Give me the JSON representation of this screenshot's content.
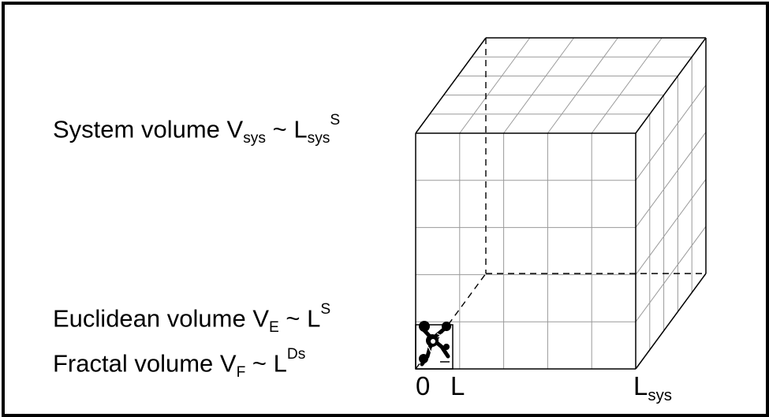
{
  "labels": {
    "system": {
      "prefix": "System volume V",
      "sub": "sys",
      "mid": " ~ L",
      "sub2": "sys",
      "sup": "S"
    },
    "euclidean": {
      "prefix": "Euclidean volume V",
      "sub": "E",
      "mid": " ~ L",
      "sup": "S"
    },
    "fractal": {
      "prefix": "Fractal volume V",
      "sub": "F",
      "mid": " ~ L",
      "sup": "Ds"
    }
  },
  "axis": {
    "origin": "0",
    "small": "L",
    "large": "L",
    "large_sub": "sys"
  },
  "colors": {
    "line": "#000000",
    "grid": "#9a9a9a",
    "background": "#ffffff"
  },
  "cube": {
    "divisions": 5
  }
}
